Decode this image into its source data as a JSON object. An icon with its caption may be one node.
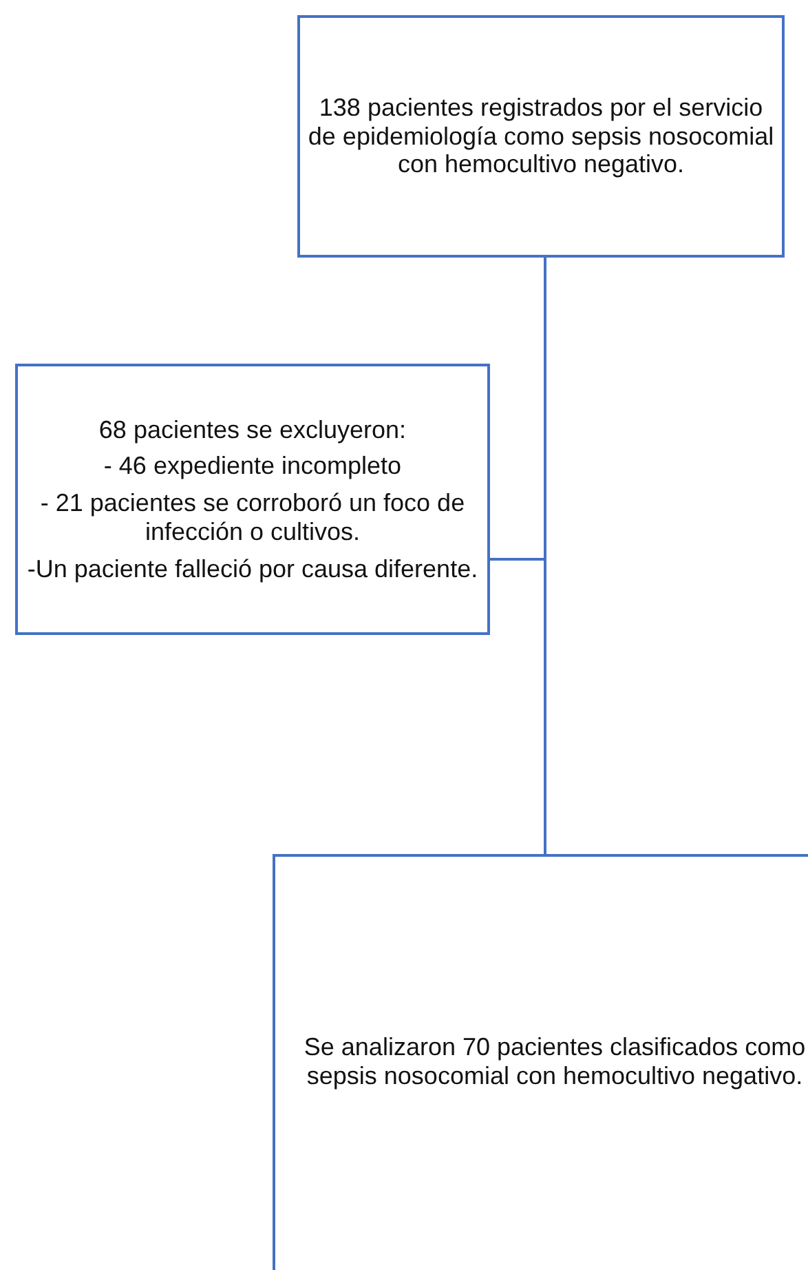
{
  "diagram": {
    "nodes": [
      {
        "text": [
          "138 pacientes registrados por el servicio de epidemiología como sepsis nosocomial con hemocultivo negativo."
        ]
      },
      {
        "text": [
          "68 pacientes se excluyeron:",
          "- 46 expediente incompleto",
          "- 21 pacientes se corroboró un foco de infección o cultivos.",
          "-Un paciente falleció por causa diferente."
        ]
      },
      {
        "text": [
          "Se analizaron 70 pacientes clasificados como sepsis nosocomial con hemocultivo negativo."
        ]
      }
    ],
    "edges": [
      {
        "from": 0,
        "to": 1,
        "arrow": "none"
      },
      {
        "from": 0,
        "to": 2,
        "arrow": "none"
      }
    ]
  }
}
